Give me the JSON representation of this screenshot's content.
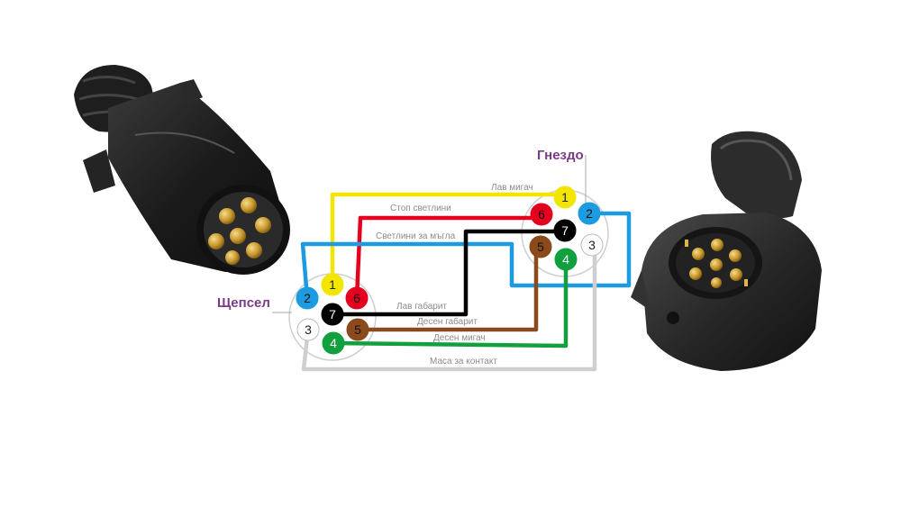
{
  "plug": {
    "title": "Щепсел",
    "image": "trailer-plug-7-pin"
  },
  "socket": {
    "title": "Гнездо",
    "image": "trailer-socket-7-pin"
  },
  "pins": [
    {
      "id": "1",
      "color": "#f2e600",
      "text_color": "#222222"
    },
    {
      "id": "2",
      "color": "#1c9be0",
      "text_color": "#111111"
    },
    {
      "id": "3",
      "color": "#ffffff",
      "text_color": "#222222"
    },
    {
      "id": "4",
      "color": "#12a03f",
      "text_color": "#ffffff"
    },
    {
      "id": "5",
      "color": "#8b4a1c",
      "text_color": "#111111"
    },
    {
      "id": "6",
      "color": "#e5001f",
      "text_color": "#111111"
    },
    {
      "id": "7",
      "color": "#000000",
      "text_color": "#ffffff"
    }
  ],
  "wires": [
    {
      "pin": "1",
      "label": "Лав мигач"
    },
    {
      "pin": "6",
      "label": "Стоп светлини"
    },
    {
      "pin": "2",
      "label": "Светлини за мъгла"
    },
    {
      "pin": "7",
      "label": "Лав габарит"
    },
    {
      "pin": "5",
      "label": "Десен габарит"
    },
    {
      "pin": "4",
      "label": "Десен мигач"
    },
    {
      "pin": "3",
      "label": "Маса за контакт"
    }
  ],
  "wire_colors": {
    "3": "#cfcfcf"
  },
  "label_color": "#8c8c8c",
  "title_color": "#7a3b86"
}
